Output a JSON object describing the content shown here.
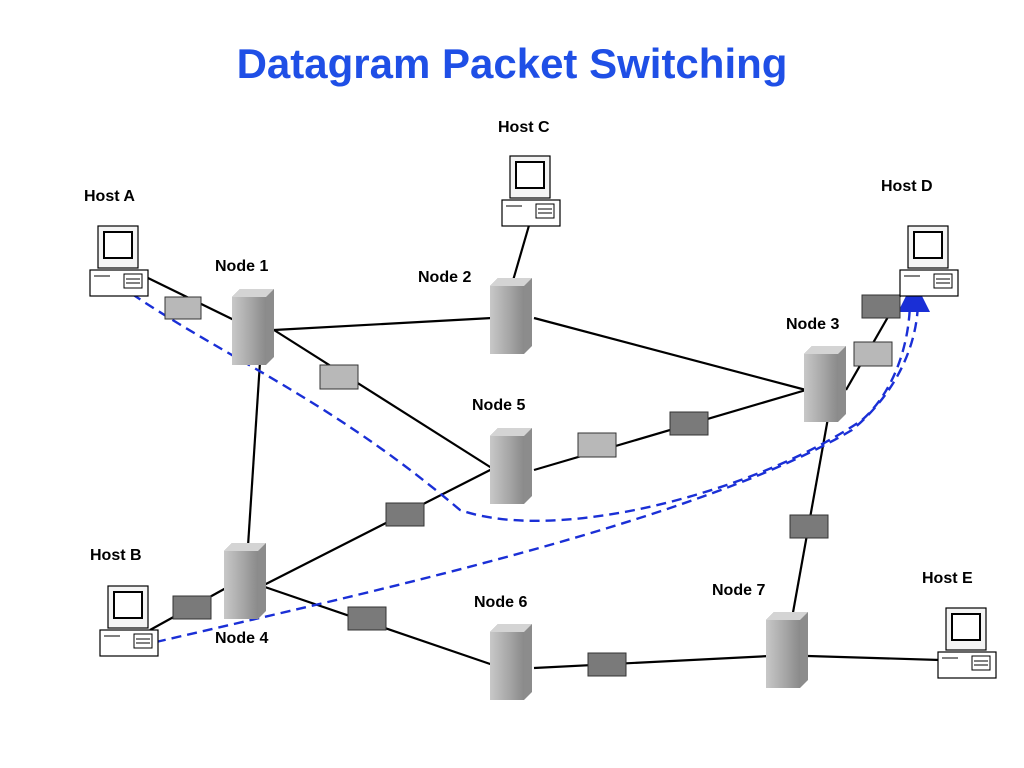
{
  "title": "Datagram Packet Switching",
  "colors": {
    "title": "#1f4fe6",
    "route_dashed": "#1a2fd6",
    "packet_dark": "#7a7a7a",
    "packet_light": "#b8b8b8",
    "node_body": "#a8a8a8",
    "link": "#000000"
  },
  "hosts": [
    {
      "id": "host-a",
      "label": "Host A",
      "icon": "computer-icon"
    },
    {
      "id": "host-b",
      "label": "Host B",
      "icon": "computer-icon"
    },
    {
      "id": "host-c",
      "label": "Host C",
      "icon": "computer-icon"
    },
    {
      "id": "host-d",
      "label": "Host D",
      "icon": "computer-icon"
    },
    {
      "id": "host-e",
      "label": "Host E",
      "icon": "computer-icon"
    }
  ],
  "nodes": [
    {
      "id": "node-1",
      "label": "Node 1",
      "icon": "switch-node-icon"
    },
    {
      "id": "node-2",
      "label": "Node 2",
      "icon": "switch-node-icon"
    },
    {
      "id": "node-3",
      "label": "Node 3",
      "icon": "switch-node-icon"
    },
    {
      "id": "node-4",
      "label": "Node 4",
      "icon": "switch-node-icon"
    },
    {
      "id": "node-5",
      "label": "Node 5",
      "icon": "switch-node-icon"
    },
    {
      "id": "node-6",
      "label": "Node 6",
      "icon": "switch-node-icon"
    },
    {
      "id": "node-7",
      "label": "Node 7",
      "icon": "switch-node-icon"
    }
  ],
  "links": [
    [
      "host-a",
      "node-1"
    ],
    [
      "host-c",
      "node-2"
    ],
    [
      "node-1",
      "node-2"
    ],
    [
      "node-1",
      "node-5"
    ],
    [
      "node-1",
      "node-4"
    ],
    [
      "node-2",
      "node-3"
    ],
    [
      "node-5",
      "node-3"
    ],
    [
      "node-3",
      "host-d"
    ],
    [
      "node-3",
      "node-7"
    ],
    [
      "node-4",
      "host-b"
    ],
    [
      "node-4",
      "node-5"
    ],
    [
      "node-4",
      "node-6"
    ],
    [
      "node-6",
      "node-7"
    ],
    [
      "node-7",
      "host-e"
    ]
  ]
}
